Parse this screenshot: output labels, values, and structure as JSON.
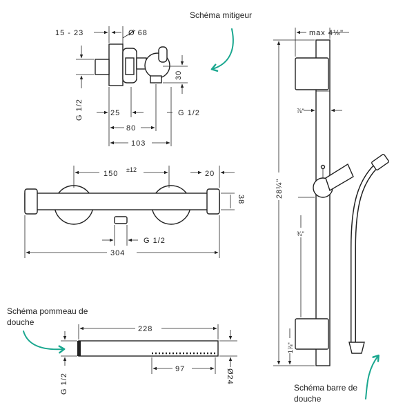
{
  "captions": {
    "mixer": "Schéma mitigeur",
    "head_line1": "Schéma pommeau de",
    "head_line2": "douche",
    "bar_line1": "Schéma barre de",
    "bar_line2": "douche"
  },
  "mixer_dims": {
    "offset": "15 - 23",
    "diameter": "Ø 68",
    "height": "30",
    "thread_left": "G 1/2",
    "d25": "25",
    "thread_right": "G 1/2",
    "d80": "80",
    "d103": "103"
  },
  "thermostat_dims": {
    "d150": "150",
    "tol": "±12",
    "d20": "20",
    "d38": "38",
    "thread": "G 1/2",
    "d304": "304"
  },
  "head_dims": {
    "d228": "228",
    "thread": "G 1/2",
    "d97": "97",
    "d24": "Ø24"
  },
  "bar_dims": {
    "max_width": "max 4⅛\"",
    "d78": "⅞\"",
    "total": "28¼\"",
    "d34": "¾\"",
    "d178": "1⅞\""
  },
  "colors": {
    "arrow": "#1aa78f",
    "line": "#222222"
  }
}
